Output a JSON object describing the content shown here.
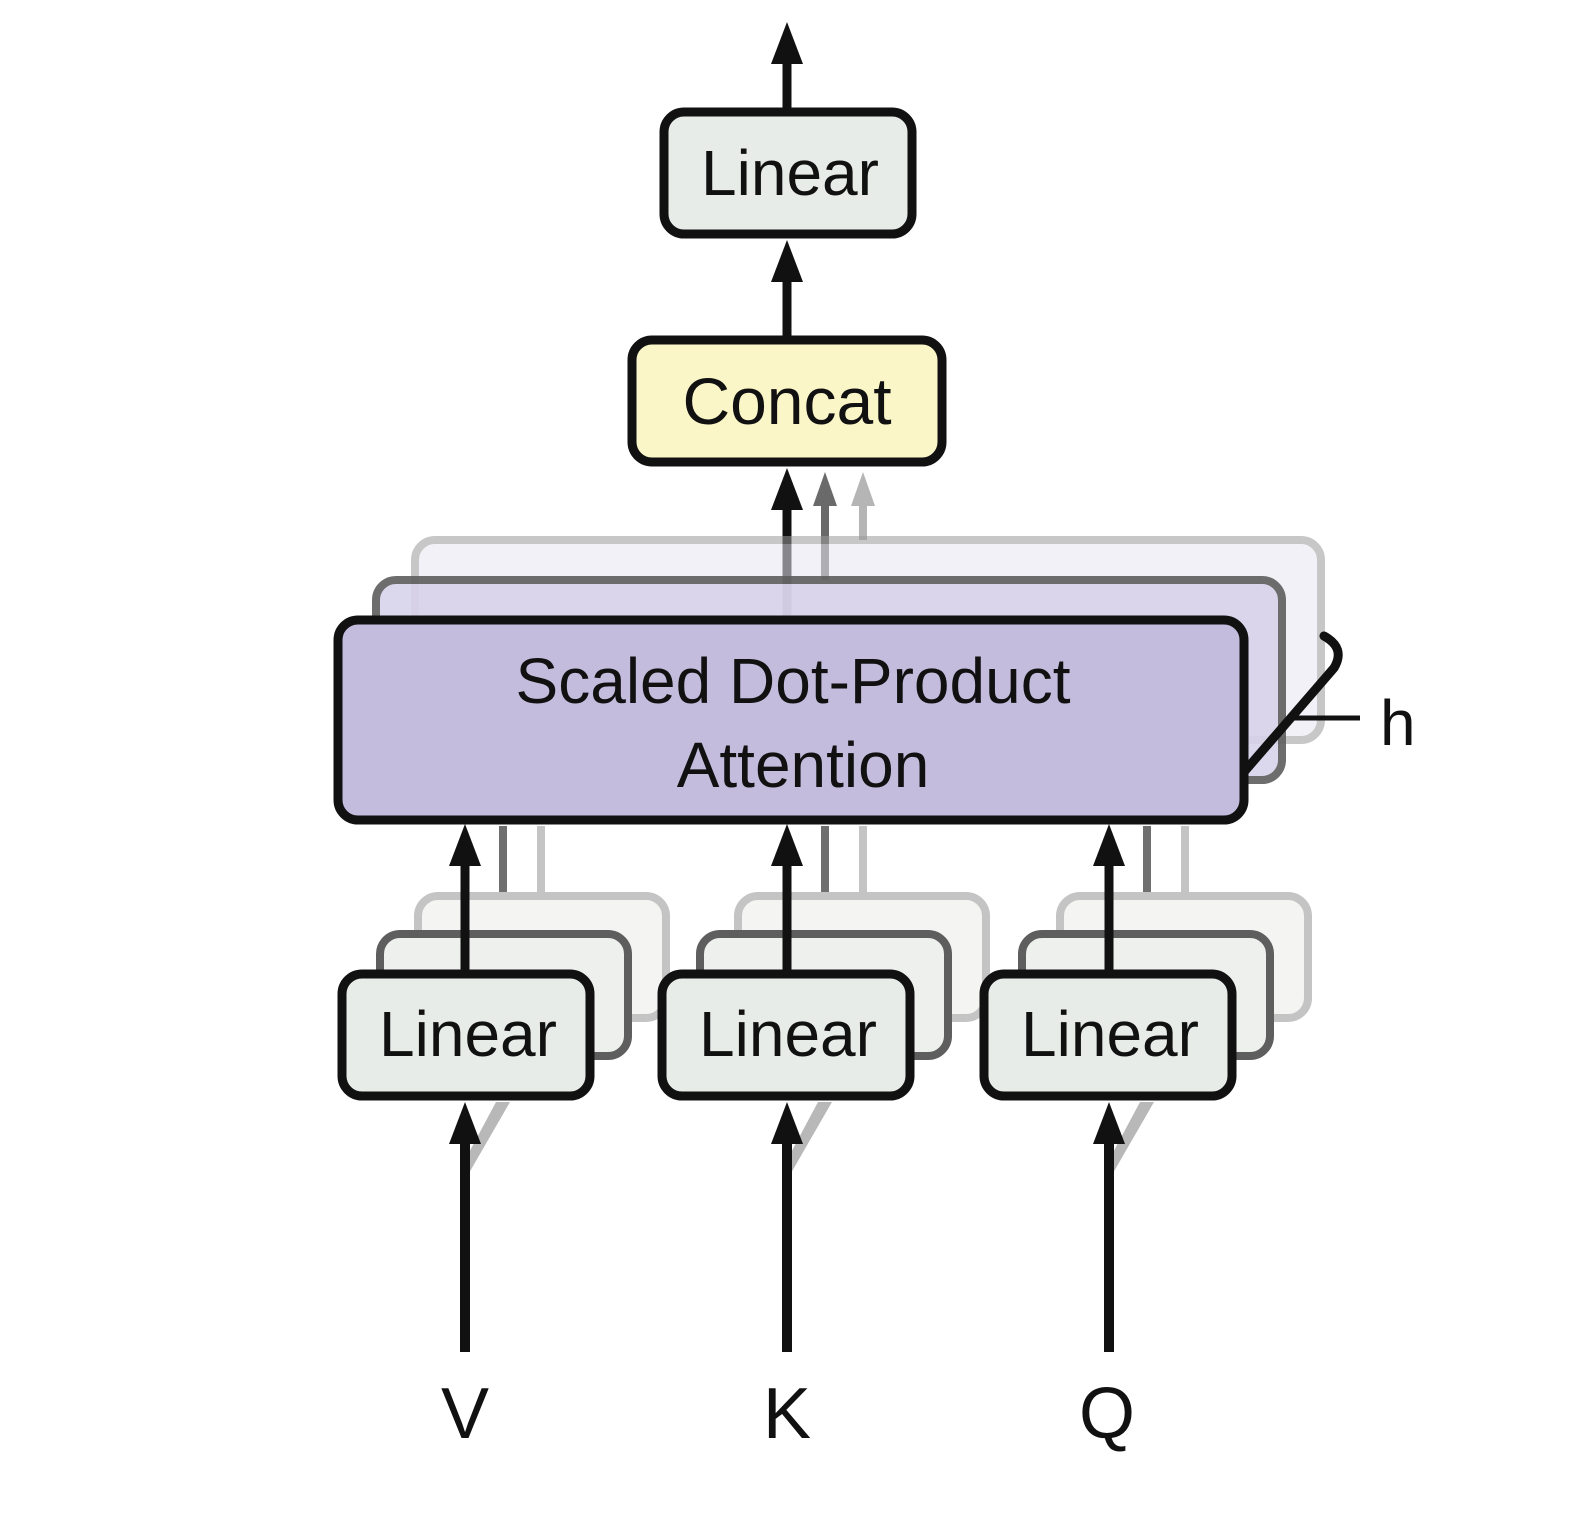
{
  "boxes": {
    "top_linear": "Linear",
    "concat": "Concat",
    "attention_line1": "Scaled Dot-Product",
    "attention_line2": "Attention",
    "linear_v": "Linear",
    "linear_k": "Linear",
    "linear_q": "Linear"
  },
  "labels": {
    "heads": "h",
    "value": "V",
    "key": "K",
    "query": "Q"
  },
  "colors": {
    "linear_fill": "#E8ECE9",
    "concat_fill": "#FBF6C8",
    "attention_fill": "#C3BCDC",
    "stroke": "#111111"
  }
}
